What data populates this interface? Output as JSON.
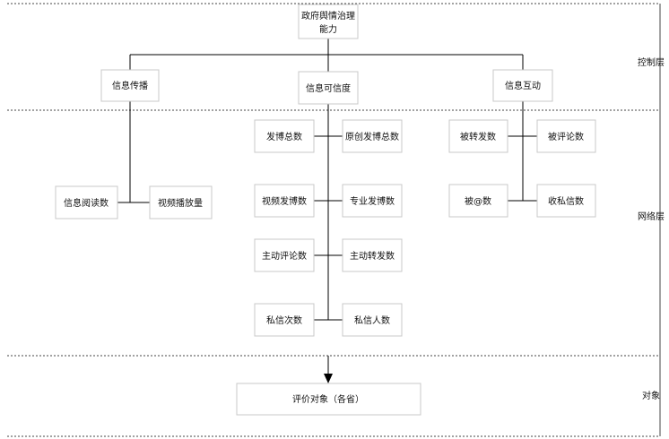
{
  "nodes": {
    "root": "政府舆情治理能力",
    "root_line1": "政府舆情治理",
    "root_line2": "能力",
    "xinxi_chuanbo": "信息传播",
    "xinxi_kexindu": "信息可信度",
    "xinxi_hudong": "信息互动",
    "xinxi_yuedu": "信息阅读数",
    "shipin_bofang": "视频播放量",
    "fabo_zongshu": "发博总数",
    "yuanchuang_fabo": "原创发博总数",
    "shipin_fabo": "视频发博数",
    "zhuanye_fabo": "专业发博数",
    "zhudong_pinglun": "主动评论数",
    "zhudong_zhuanfa": "主动转发数",
    "sixin_cishu": "私信次数",
    "sixin_renshu": "私信人数",
    "bei_zhuanfa": "被转发数",
    "bei_pinglun": "被评论数",
    "bei_at": "被@数",
    "shou_sixin": "收私信数",
    "pingjia_duixiang": "评价对象（各省）"
  },
  "layers": {
    "control": "控制层",
    "network": "网络层",
    "object": "对象"
  }
}
